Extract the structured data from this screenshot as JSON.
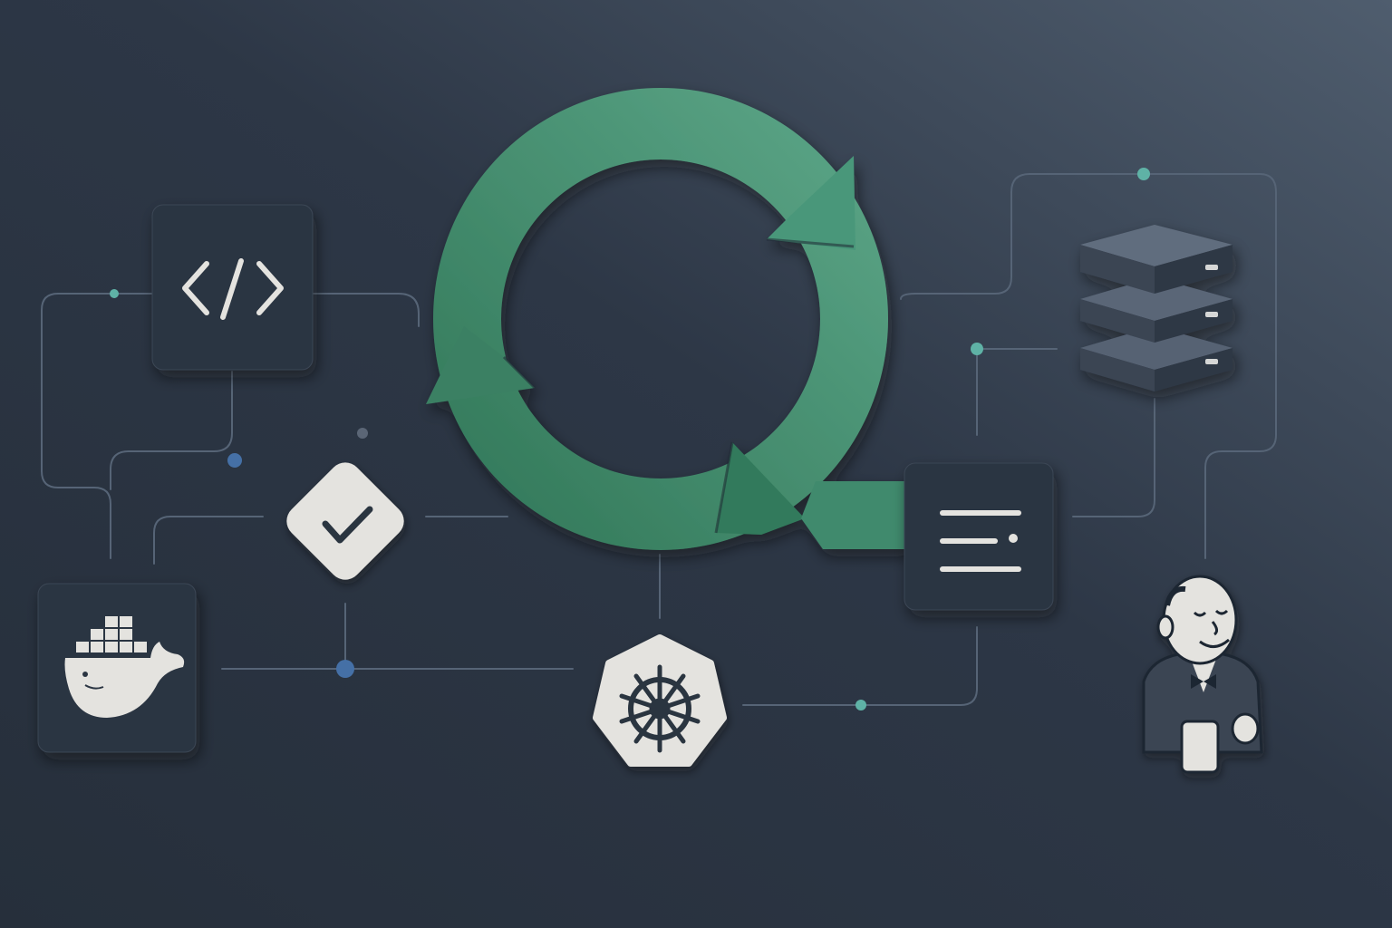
{
  "colors": {
    "background_dark": "#27303d",
    "background_light": "#4d5b6c",
    "cycle_green": "#3f8a6d",
    "tile_fill": "#2c3542",
    "icon_light": "#e4e3df",
    "line": "#586677",
    "node_teal": "#5fb2a6",
    "node_blue": "#4570a6"
  },
  "diagram": {
    "center": {
      "name": "continuous-cycle",
      "icon": "circular-arrows-icon"
    },
    "nodes": [
      {
        "name": "source-code",
        "icon": "code-brackets-icon"
      },
      {
        "name": "tests-passed",
        "icon": "checkmark-icon"
      },
      {
        "name": "docker",
        "icon": "docker-whale-icon"
      },
      {
        "name": "kubernetes",
        "icon": "kubernetes-helm-icon"
      },
      {
        "name": "database",
        "icon": "server-stack-icon"
      },
      {
        "name": "logs",
        "icon": "log-lines-icon"
      },
      {
        "name": "jenkins",
        "icon": "jenkins-butler-icon"
      }
    ]
  }
}
